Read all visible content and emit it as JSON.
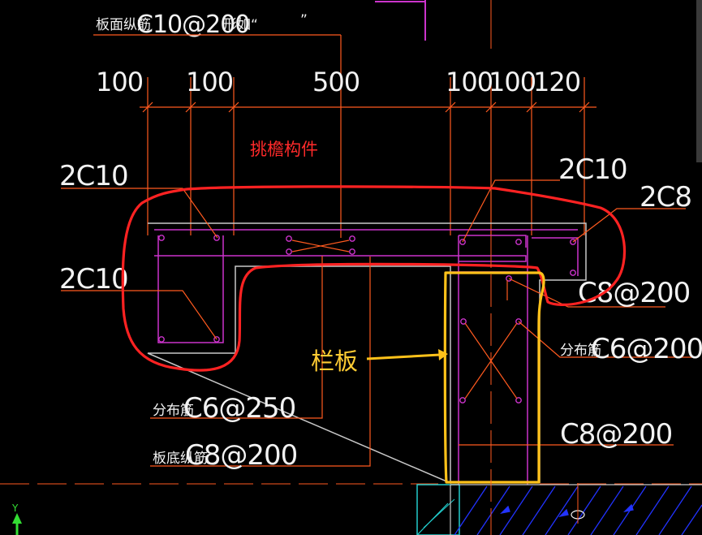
{
  "colors": {
    "background": "#000000",
    "dimension_line": "#ff5a1f",
    "rebar": "#cc33cc",
    "outline": "#c8c8c8",
    "red_annotation": "#ff2222",
    "yellow_annotation": "#ffc21a",
    "hatch": "#2233ff",
    "cyan": "#22cccc",
    "text": "#f2f2f2"
  },
  "top_note": {
    "prefix": "板面纵筋",
    "spec": "C10@200",
    "suffix": "形如“",
    "tail": "”"
  },
  "dimensions": [
    "100",
    "100",
    "500",
    "100",
    "100",
    "120"
  ],
  "labels": {
    "left_top_rebar": "2C10",
    "left_bottom_rebar": "2C10",
    "right_top_rebar": "2C10",
    "far_right_rebar": "2C8",
    "right_stirrup": "C8@200",
    "right_dist_prefix": "分布筋",
    "right_dist_spec": "C6@200",
    "right_lower": "C8@200",
    "bottom_dist_prefix": "分布筋",
    "bottom_dist_spec": "C6@250",
    "bottom_long_prefix": "板底纵筋",
    "bottom_long_spec": "C8@200"
  },
  "annotations": {
    "eave": "挑檐构件",
    "parapet": "栏板"
  },
  "ucs_icon": "ucs-y-axis-icon",
  "axis_letter": "Y"
}
